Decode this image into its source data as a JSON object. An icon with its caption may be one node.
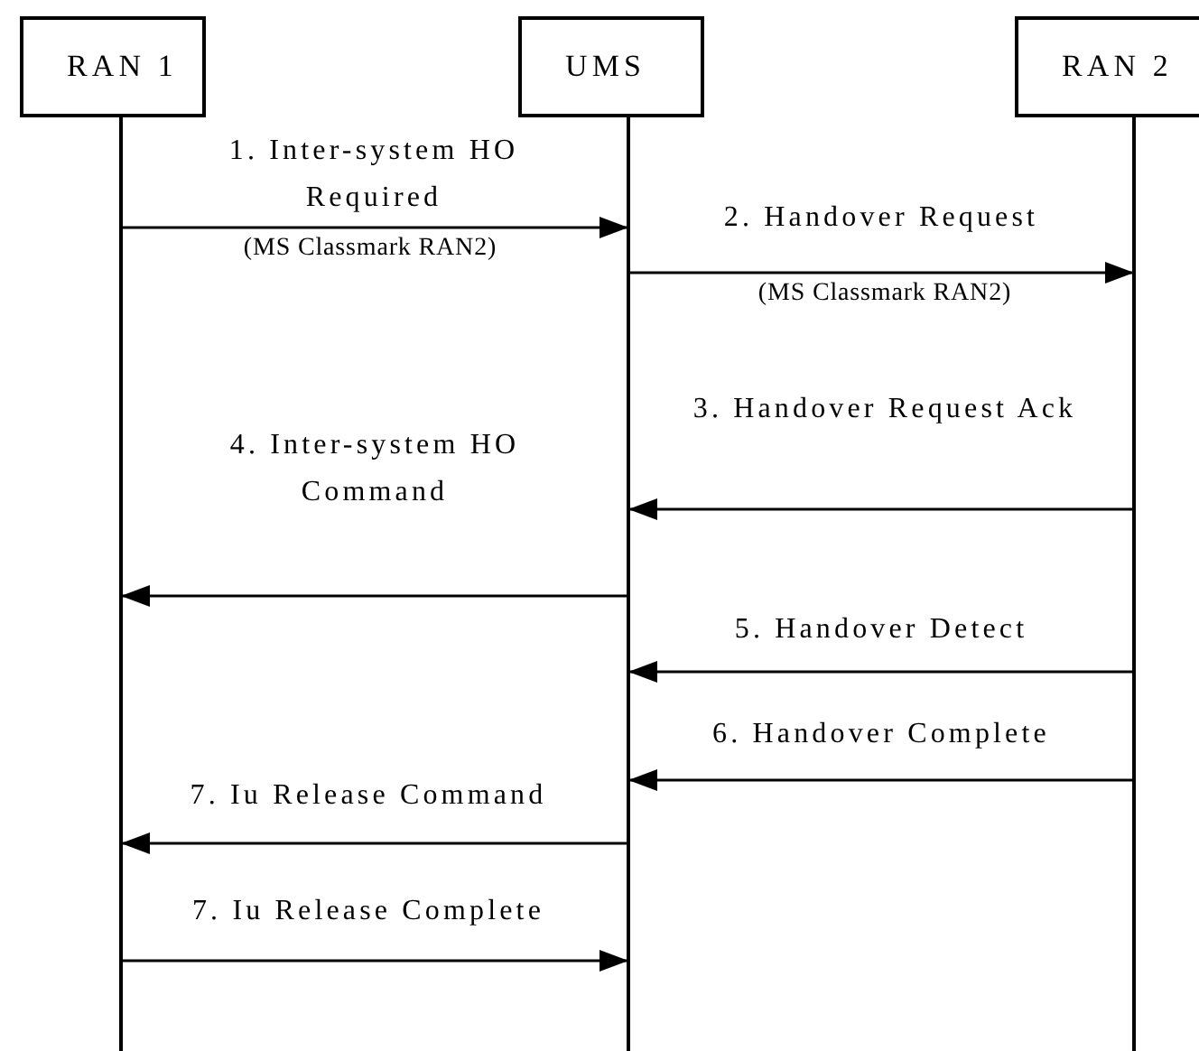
{
  "diagram": {
    "nodes": [
      {
        "text": [
          "RAN 1"
        ]
      },
      {
        "text": [
          "UMS"
        ]
      },
      {
        "text": [
          "RAN 2"
        ]
      },
      {
        "text": [],
        "shape": "bar"
      },
      {
        "text": [],
        "shape": "bar"
      },
      {
        "text": [],
        "shape": "bar"
      }
    ],
    "edges": [
      {
        "from": 3,
        "to": 4,
        "arrow": "to",
        "label": "1. Inter-system HO Required"
      },
      {
        "from": 4,
        "to": 5,
        "arrow": "to",
        "label": "2. Handover Request"
      },
      {
        "from": 5,
        "to": 4,
        "arrow": "to",
        "label": "3. Handover Request Ack"
      },
      {
        "from": 4,
        "to": 3,
        "arrow": "to",
        "label": "4. Inter-system HO Command"
      },
      {
        "from": 5,
        "to": 4,
        "arrow": "to",
        "label": "5. Handover Detect"
      },
      {
        "from": 5,
        "to": 4,
        "arrow": "to",
        "label": "6. Handover Complete"
      },
      {
        "from": 4,
        "to": 3,
        "arrow": "to",
        "label": "7. Iu Release Command"
      },
      {
        "from": 3,
        "to": 4,
        "arrow": "to",
        "label": "7. Iu Release Complete"
      }
    ],
    "labels": [
      "(MS Classmark RAN2)",
      "(MS Classmark RAN2)"
    ]
  }
}
